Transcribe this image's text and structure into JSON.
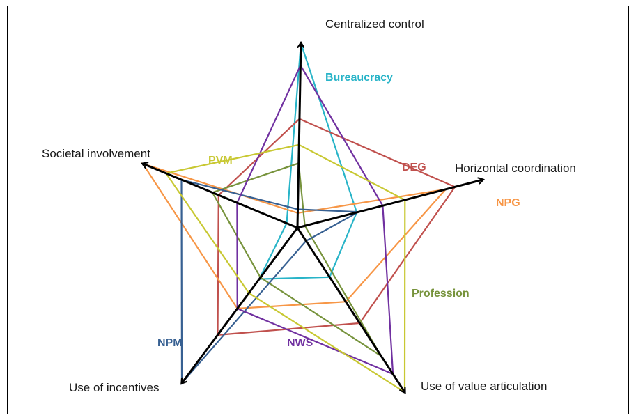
{
  "axes": [
    {
      "key": "centralized_control",
      "label": "Centralized control"
    },
    {
      "key": "horizontal_coordination",
      "label": "Horizontal coordination"
    },
    {
      "key": "use_of_value_articulation",
      "label": "Use of value articulation"
    },
    {
      "key": "use_of_incentives",
      "label": "Use of incentives"
    },
    {
      "key": "societal_involvement",
      "label": "Societal involvement"
    }
  ],
  "series": [
    {
      "name": "Bureaucracy",
      "color": "#28b4c8",
      "values": [
        1.0,
        0.32,
        0.3,
        0.33,
        0.07
      ]
    },
    {
      "name": "DEG",
      "color": "#c0504d",
      "values": [
        0.59,
        0.85,
        0.58,
        0.69,
        0.51
      ]
    },
    {
      "name": "NPG",
      "color": "#f79646",
      "values": [
        0.08,
        0.8,
        0.45,
        0.52,
        1.0
      ]
    },
    {
      "name": "Profession",
      "color": "#77933c",
      "values": [
        0.35,
        0.04,
        0.78,
        0.32,
        0.55
      ]
    },
    {
      "name": "NPM",
      "color": "#376092",
      "values": [
        0.1,
        0.33,
        0.08,
        1.0,
        0.75
      ]
    },
    {
      "name": "NWS",
      "color": "#7030a0",
      "values": [
        0.88,
        0.46,
        0.89,
        0.52,
        0.39
      ]
    },
    {
      "name": "PVM",
      "color": "#c8c832",
      "values": [
        0.45,
        0.58,
        1.0,
        0.42,
        0.85
      ]
    }
  ]
}
